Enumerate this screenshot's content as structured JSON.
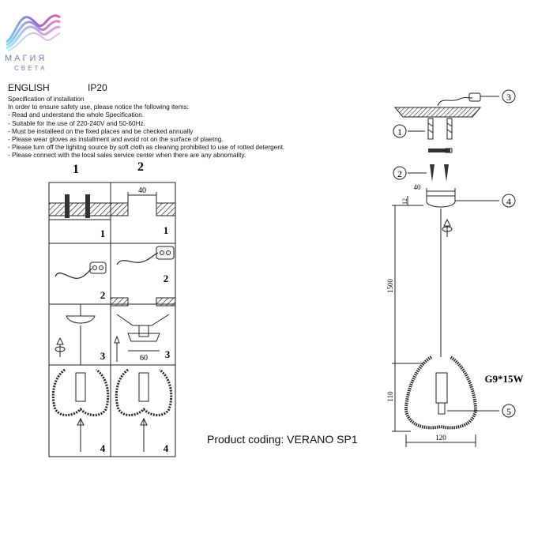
{
  "logo": {
    "name": "МАГИЯ",
    "subtitle": "СВЕТА"
  },
  "header": {
    "language": "ENGLISH",
    "ip_rating": "IP20"
  },
  "spec": {
    "title": "Specification of installation",
    "lines": [
      "In order to ensure safety use, please notice the following items:",
      "- Read and understand the whole Specification.",
      "- Suitable for the use of 220-240V and 50-60Hz.",
      "- Must be installeed on the fixed places and be checked annually",
      "- Please wear gloves as installment and avoid rot on the surface of plaetng.",
      "- Please turn off the lighitng source by soft cloth as cleaning prohibited to use of rotted detergent.",
      "- Please connect with the local sales service center when there are any abnomality."
    ]
  },
  "steps": {
    "column_1": "1",
    "column_2": "2",
    "row_numbers": [
      "1",
      "2",
      "3",
      "4"
    ],
    "dim_top": "40",
    "dim_bottom": "60"
  },
  "product": {
    "coding": "Product coding: VERANO SP1"
  },
  "drawing": {
    "callouts": [
      "1",
      "2",
      "3",
      "4",
      "5"
    ],
    "dim_canopy_width": "40",
    "dim_canopy_height": "12",
    "dim_cord_length": "1500",
    "dim_shade_height": "110",
    "dim_shade_width": "120",
    "bulb_label": "G9*15W"
  }
}
